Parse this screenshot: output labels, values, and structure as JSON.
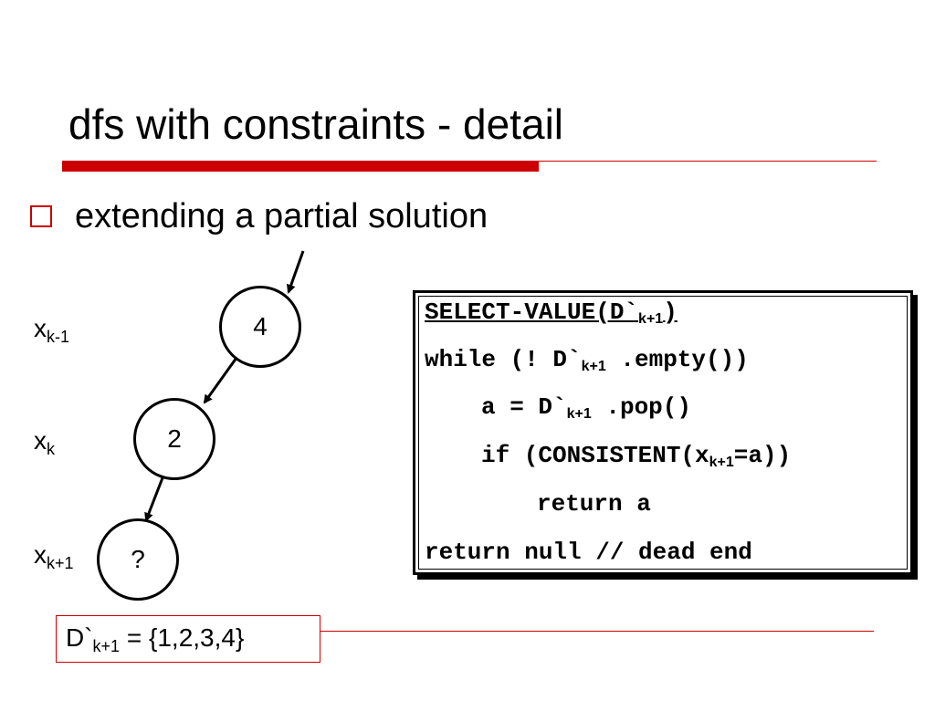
{
  "slide": {
    "title": "dfs with constraints - detail",
    "bullet": "extending a partial solution"
  },
  "tree": {
    "labels": [
      {
        "base": "x",
        "sub": "k-1"
      },
      {
        "base": "x",
        "sub": "k"
      },
      {
        "base": "x",
        "sub": "k+1"
      }
    ],
    "nodes": [
      "4",
      "2",
      "?"
    ]
  },
  "code": {
    "header": {
      "pre": "SELECT-VALUE(D`",
      "sub": "k+1",
      "post": ")"
    },
    "while": {
      "pre": "while (! D`",
      "sub": "k+1",
      "post": " .empty())"
    },
    "assign": {
      "pre": "a = D`",
      "sub": "k+1",
      "post": " .pop()"
    },
    "if": {
      "pre": "if (CONSISTENT(x",
      "sub": "k+1",
      "post": "=a))"
    },
    "ret": "return a",
    "ret_null": "return null // dead end"
  },
  "domain": {
    "pre": "D`",
    "sub": "k+1",
    "post": " = {1,2,3,4}"
  },
  "colors": {
    "accent": "#cc0000",
    "text": "#000000"
  }
}
